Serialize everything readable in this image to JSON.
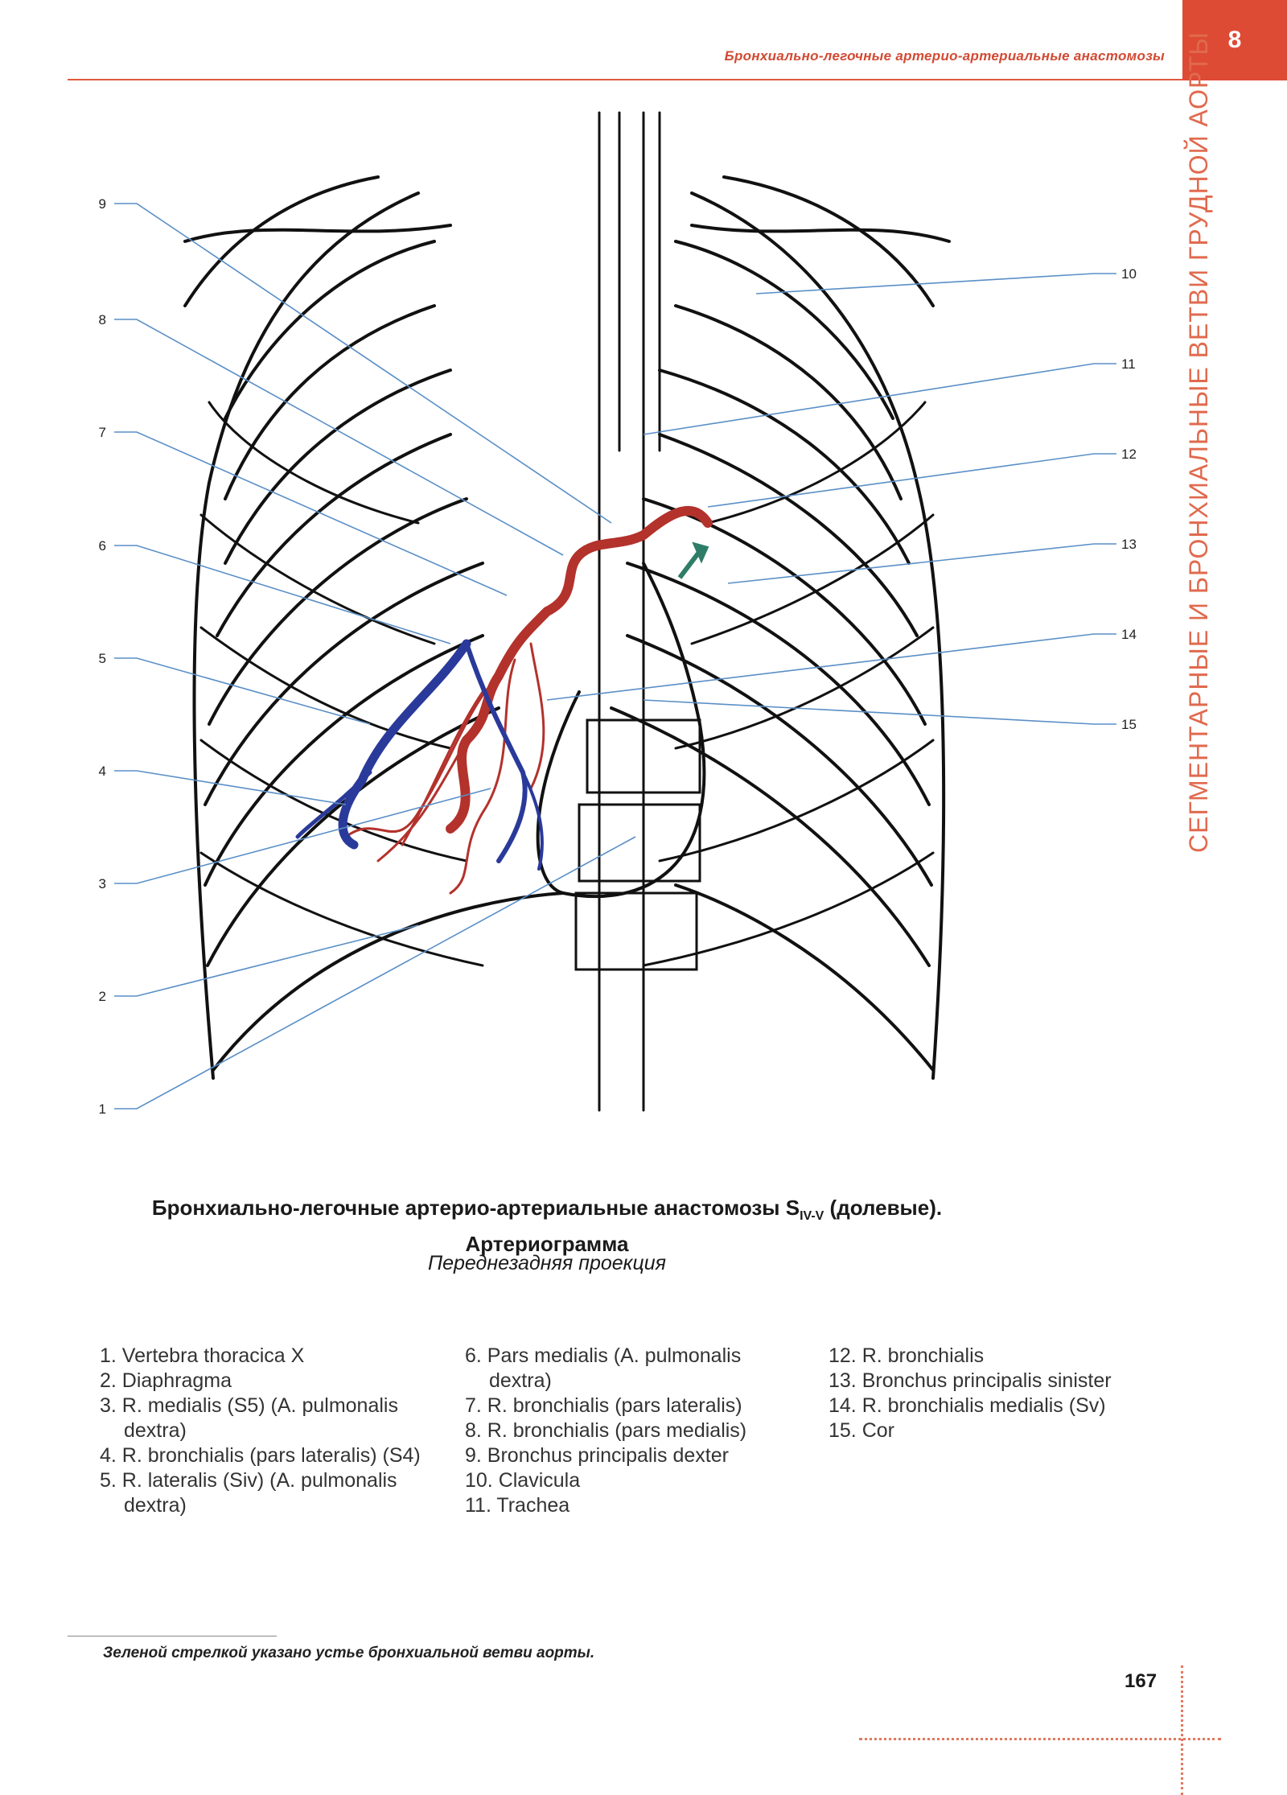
{
  "header": {
    "running_head": "Бронхиально-легочные артерио-артериальные анастомозы",
    "chapter_number": "8",
    "side_title": "СЕГМЕНТАРНЫЕ И БРОНХИАЛЬНЫЕ ВЕТВИ ГРУДНОЙ АОРТЫ"
  },
  "figure": {
    "colors": {
      "outline": "#111111",
      "artery_red": "#b3322c",
      "vein_blue": "#2a3a9a",
      "leader": "#5a8fc7",
      "arrow_green": "#2e7d68"
    },
    "callouts_left": [
      "9",
      "8",
      "7",
      "6",
      "5",
      "4",
      "3",
      "2",
      "1"
    ],
    "callouts_right": [
      "10",
      "11",
      "12",
      "13",
      "14",
      "15"
    ]
  },
  "caption": {
    "title_main": "Бронхиально-легочные артерио-артериальные анастомозы S",
    "title_sub": "IV-V",
    "title_tail": " (долевые).",
    "title_line2": "Артериограмма",
    "subtitle": "Переднезадняя проекция"
  },
  "legend": {
    "col1": [
      "1. Vertebra thoracica X",
      "2. Diaphragma",
      "3. R. medialis (S5) (A. pulmonalis dextra)",
      "4. R. bronchialis (pars lateralis) (S4)",
      "5. R. lateralis (Siv) (A. pulmonalis dextra)"
    ],
    "col2": [
      "6. Pars medialis (A. pulmonalis dextra)",
      "7. R. bronchialis (pars lateralis)",
      "8. R. bronchialis (pars medialis)",
      "9. Bronchus principalis dexter",
      "10. Clavicula",
      "11. Trachea"
    ],
    "col3": [
      "12. R. bronchialis",
      "13. Bronchus principalis sinister",
      "14. R. bronchialis medialis (Sv)",
      "15. Cor"
    ]
  },
  "footnote": "Зеленой стрелкой указано устье бронхиальной ветви аорты.",
  "page_number": "167"
}
